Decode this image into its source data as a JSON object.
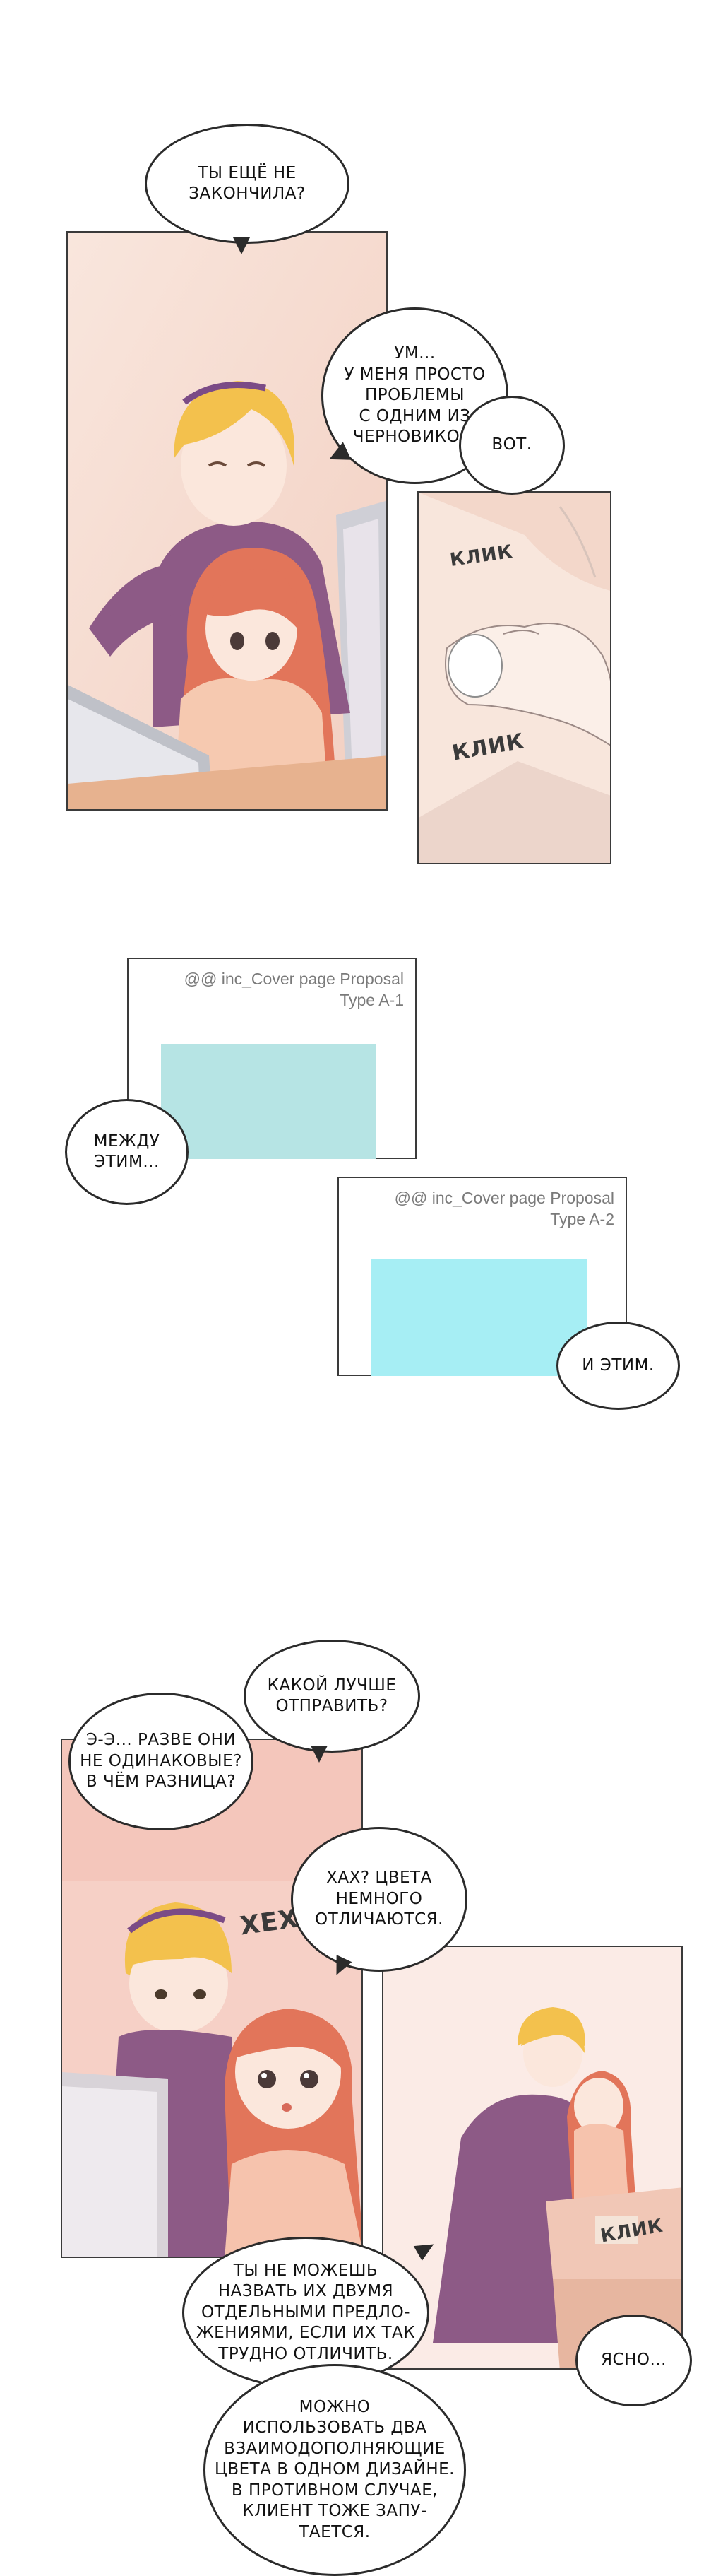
{
  "bubbles": {
    "b1": "ТЫ ЕЩЁ НЕ\nЗАКОНЧИЛА?",
    "b2": "УМ...\nУ МЕНЯ ПРОСТО\nПРОБЛЕМЫ\nС ОДНИМ ИЗ\nЧЕРНОВИКОВ.",
    "b3": "ВОТ.",
    "b4": "МЕЖДУ\nЭТИМ...",
    "b5": "И ЭТИМ.",
    "b6": "КАКОЙ ЛУЧШЕ\nОТПРАВИТЬ?",
    "b7": "Э-Э... РАЗВЕ ОНИ\nНЕ ОДИНАКОВЫЕ?\nВ ЧЁМ РАЗНИЦА?",
    "b8": "ХАХ? ЦВЕТА\nНЕМНОГО\nОТЛИЧАЮТСЯ.",
    "b9": "ТЫ НЕ МОЖЕШЬ\nНАЗВАТЬ ИХ ДВУМЯ\nОТДЕЛЬНЫМИ ПРЕДЛО-\nЖЕНИЯМИ, ЕСЛИ ИХ ТАК\nТРУДНО ОТЛИЧИТЬ.",
    "b10": "ЯСНО...",
    "b11": "МОЖНО\nИСПОЛЬЗОВАТЬ ДВА\nВЗАИМОДОПОЛНЯЮЩИЕ\nЦВЕТА В ОДНОМ ДИЗАЙНЕ.\nВ ПРОТИВНОМ СЛУЧАЕ,\nКЛИЕНТ ТОЖЕ ЗАПУ-\nТАЕТСЯ."
  },
  "sfx": {
    "click1": "КЛИК",
    "click2": "КЛИК",
    "heh": "ХЕХ",
    "click3": "КЛИК"
  },
  "cards": {
    "a1": {
      "line1": "@@ inc_Cover page Proposal",
      "line2": "Type A-1",
      "swatch_color": "#b6e4e4"
    },
    "a2": {
      "line1": "@@ inc_Cover page Proposal",
      "line2": "Type A-2",
      "swatch_color": "#a6eef4"
    }
  }
}
